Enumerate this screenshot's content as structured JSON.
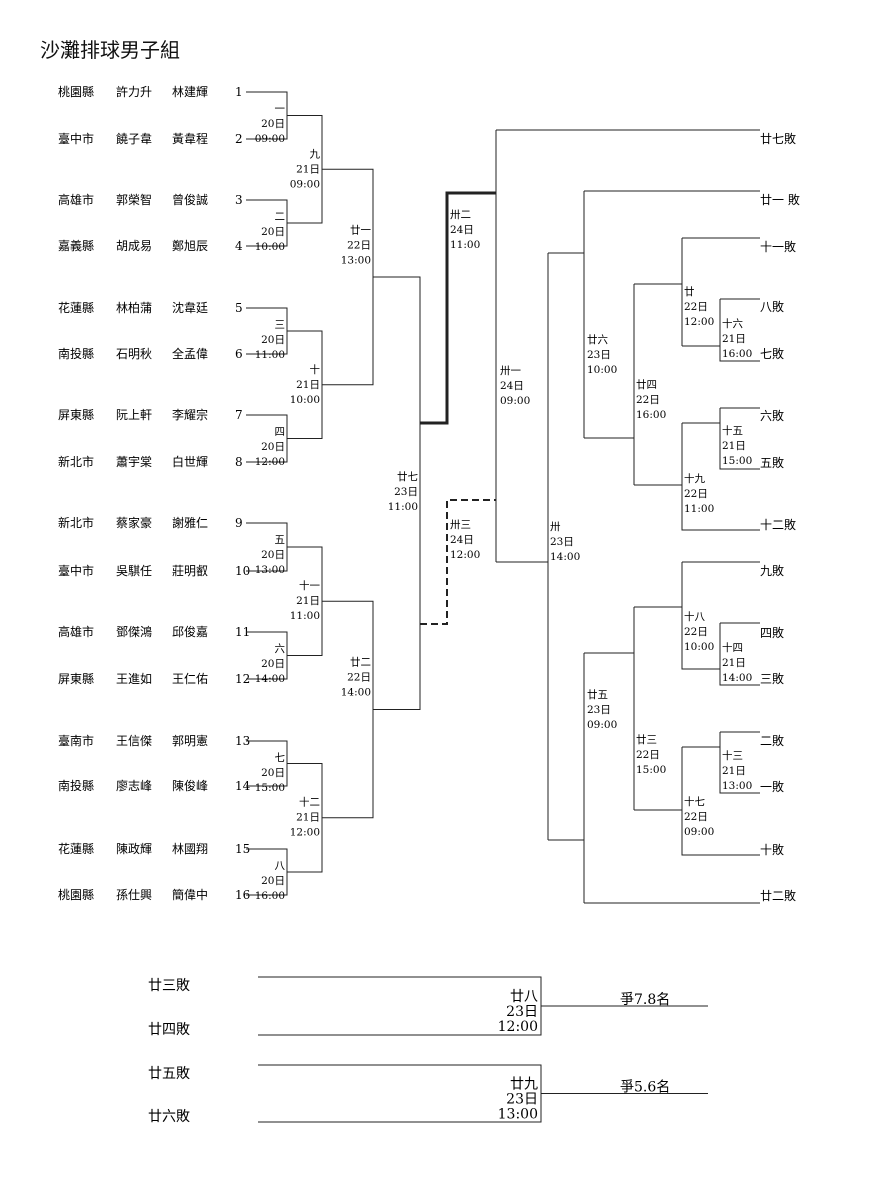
{
  "title": "沙灘排球男子組",
  "teams": [
    {
      "seed": "1",
      "county": "桃園縣",
      "p1": "許力升",
      "p2": "林建輝"
    },
    {
      "seed": "2",
      "county": "臺中市",
      "p1": "饒子韋",
      "p2": "黃韋程"
    },
    {
      "seed": "3",
      "county": "高雄市",
      "p1": "郭榮智",
      "p2": "曾俊誠"
    },
    {
      "seed": "4",
      "county": "嘉義縣",
      "p1": "胡成易",
      "p2": "鄭旭辰"
    },
    {
      "seed": "5",
      "county": "花蓮縣",
      "p1": "林柏蒲",
      "p2": "沈韋廷"
    },
    {
      "seed": "6",
      "county": "南投縣",
      "p1": "石明秋",
      "p2": "全孟偉"
    },
    {
      "seed": "7",
      "county": "屏東縣",
      "p1": "阮上軒",
      "p2": "李耀宗"
    },
    {
      "seed": "8",
      "county": "新北市",
      "p1": "蕭宇棠",
      "p2": "白世輝"
    },
    {
      "seed": "9",
      "county": "新北市",
      "p1": "蔡家豪",
      "p2": "謝雅仁"
    },
    {
      "seed": "10",
      "county": "臺中市",
      "p1": "吳騏任",
      "p2": "莊明叡"
    },
    {
      "seed": "11",
      "county": "高雄市",
      "p1": "鄧傑鴻",
      "p2": "邱俊嘉"
    },
    {
      "seed": "12",
      "county": "屏東縣",
      "p1": "王進如",
      "p2": "王仁佑"
    },
    {
      "seed": "13",
      "county": "臺南市",
      "p1": "王信傑",
      "p2": "郭明憲"
    },
    {
      "seed": "14",
      "county": "南投縣",
      "p1": "廖志峰",
      "p2": "陳俊峰"
    },
    {
      "seed": "15",
      "county": "花蓮縣",
      "p1": "陳政輝",
      "p2": "林國翔"
    },
    {
      "seed": "16",
      "county": "桃園縣",
      "p1": "孫仕興",
      "p2": "簡偉中"
    }
  ],
  "matches": [
    {
      "id": "m1",
      "no": "一",
      "day": "20日",
      "time": "09:00"
    },
    {
      "id": "m2",
      "no": "二",
      "day": "20日",
      "time": "10:00"
    },
    {
      "id": "m3",
      "no": "三",
      "day": "20日",
      "time": "11:00"
    },
    {
      "id": "m4",
      "no": "四",
      "day": "20日",
      "time": "12:00"
    },
    {
      "id": "m5",
      "no": "五",
      "day": "20日",
      "time": "13:00"
    },
    {
      "id": "m6",
      "no": "六",
      "day": "20日",
      "time": "14:00"
    },
    {
      "id": "m7",
      "no": "七",
      "day": "20日",
      "time": "15:00"
    },
    {
      "id": "m8",
      "no": "八",
      "day": "20日",
      "time": "16:00"
    },
    {
      "id": "m9",
      "no": "九",
      "day": "21日",
      "time": "09:00"
    },
    {
      "id": "m10",
      "no": "十",
      "day": "21日",
      "time": "10:00"
    },
    {
      "id": "m11",
      "no": "十一",
      "day": "21日",
      "time": "11:00"
    },
    {
      "id": "m12",
      "no": "十二",
      "day": "21日",
      "time": "12:00"
    },
    {
      "id": "m21",
      "no": "廿一",
      "day": "22日",
      "time": "13:00"
    },
    {
      "id": "m22",
      "no": "廿二",
      "day": "22日",
      "time": "14:00"
    },
    {
      "id": "m27",
      "no": "廿七",
      "day": "23日",
      "time": "11:00"
    },
    {
      "id": "m32",
      "no": "卅二",
      "day": "24日",
      "time": "11:00"
    },
    {
      "id": "m33",
      "no": "卅三",
      "day": "24日",
      "time": "12:00"
    },
    {
      "id": "m31",
      "no": "卅一",
      "day": "24日",
      "time": "09:00"
    },
    {
      "id": "m30",
      "no": "卅",
      "day": "23日",
      "time": "14:00"
    },
    {
      "id": "m26",
      "no": "廿六",
      "day": "23日",
      "time": "10:00"
    },
    {
      "id": "m25",
      "no": "廿五",
      "day": "23日",
      "time": "09:00"
    },
    {
      "id": "m20",
      "no": "廿",
      "day": "22日",
      "time": "12:00"
    },
    {
      "id": "m24",
      "no": "廿四",
      "day": "22日",
      "time": "16:00"
    },
    {
      "id": "m16",
      "no": "十六",
      "day": "21日",
      "time": "16:00"
    },
    {
      "id": "m15",
      "no": "十五",
      "day": "21日",
      "time": "15:00"
    },
    {
      "id": "m19",
      "no": "十九",
      "day": "22日",
      "time": "11:00"
    },
    {
      "id": "m18",
      "no": "十八",
      "day": "22日",
      "time": "10:00"
    },
    {
      "id": "m14",
      "no": "十四",
      "day": "21日",
      "time": "14:00"
    },
    {
      "id": "m23",
      "no": "廿三",
      "day": "22日",
      "time": "15:00"
    },
    {
      "id": "m13",
      "no": "十三",
      "day": "21日",
      "time": "13:00"
    },
    {
      "id": "m17",
      "no": "十七",
      "day": "22日",
      "time": "09:00"
    }
  ],
  "losers": [
    {
      "id": "l27",
      "text": "廿七敗"
    },
    {
      "id": "l21",
      "text": "廿一 敗"
    },
    {
      "id": "l11",
      "text": "十一敗"
    },
    {
      "id": "l8",
      "text": "八敗"
    },
    {
      "id": "l7",
      "text": "七敗"
    },
    {
      "id": "l6",
      "text": "六敗"
    },
    {
      "id": "l5",
      "text": "五敗"
    },
    {
      "id": "l12",
      "text": "十二敗"
    },
    {
      "id": "l9",
      "text": "九敗"
    },
    {
      "id": "l4",
      "text": "四敗"
    },
    {
      "id": "l3",
      "text": "三敗"
    },
    {
      "id": "l2",
      "text": "二敗"
    },
    {
      "id": "l1",
      "text": "一敗"
    },
    {
      "id": "l10",
      "text": "十敗"
    },
    {
      "id": "l22",
      "text": "廿二敗"
    }
  ],
  "placement": [
    {
      "a": "廿三敗",
      "b": "廿四敗",
      "no": "廿八",
      "day": "23日",
      "time": "12:00",
      "result": "爭7.8名"
    },
    {
      "a": "廿五敗",
      "b": "廿六敗",
      "no": "廿九",
      "day": "23日",
      "time": "13:00",
      "result": "爭5.6名"
    }
  ]
}
